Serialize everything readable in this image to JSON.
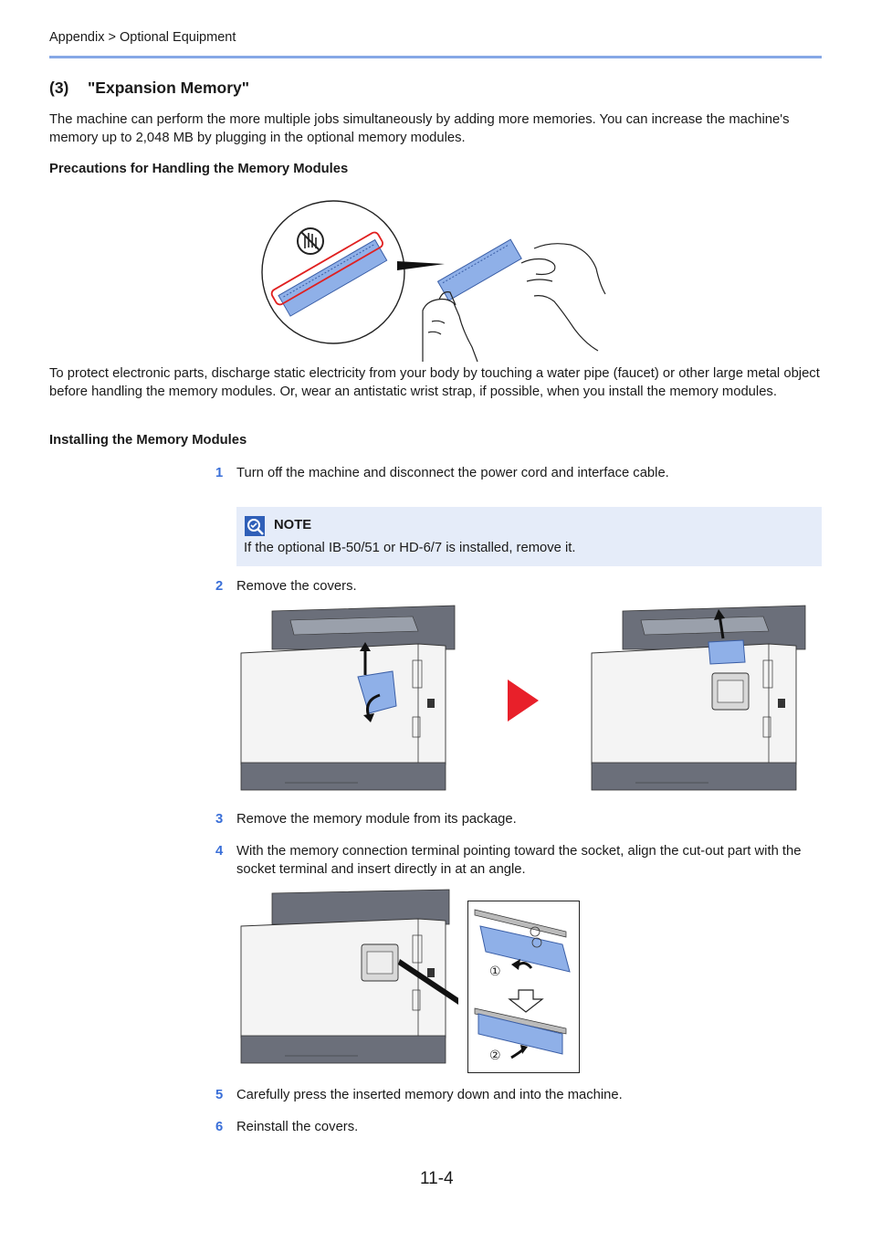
{
  "header": {
    "breadcrumb": "Appendix > Optional Equipment"
  },
  "section": {
    "number": "(3)",
    "title": "\"Expansion Memory\""
  },
  "intro": "The machine can perform the more multiple jobs simultaneously by adding more memories. You can increase the machine's memory up to 2,048 MB by plugging in the optional memory modules.",
  "precautions": {
    "heading": "Precautions for Handling the Memory Modules",
    "text": "To protect electronic parts, discharge static electricity from your body by touching a water pipe (faucet) or other large metal object before handling the memory modules. Or, wear an antistatic wrist strap, if possible, when you install the memory modules."
  },
  "installing": {
    "heading": "Installing the Memory Modules",
    "steps": [
      {
        "num": "1",
        "text": "Turn off the machine and disconnect the power cord and interface cable."
      },
      {
        "num": "2",
        "text": "Remove the covers."
      },
      {
        "num": "3",
        "text": "Remove the memory module from its package."
      },
      {
        "num": "4",
        "text": "With the memory connection terminal pointing toward the socket, align the cut-out part with the socket terminal and insert directly in at an angle."
      },
      {
        "num": "5",
        "text": "Carefully press the inserted memory down and into the machine."
      },
      {
        "num": "6",
        "text": "Reinstall the covers."
      }
    ]
  },
  "note": {
    "title": "NOTE",
    "text": "If the optional IB-50/51 or HD-6/7 is installed, remove it."
  },
  "figure_labels": {
    "circle_1": "①",
    "circle_2": "②"
  },
  "colors": {
    "accent": "#3a6fd8",
    "module_blue": "#8fb0e8",
    "arrow_red": "#e8202a",
    "note_bg": "#e5ecf9"
  },
  "footer": {
    "page_number": "11-4"
  }
}
